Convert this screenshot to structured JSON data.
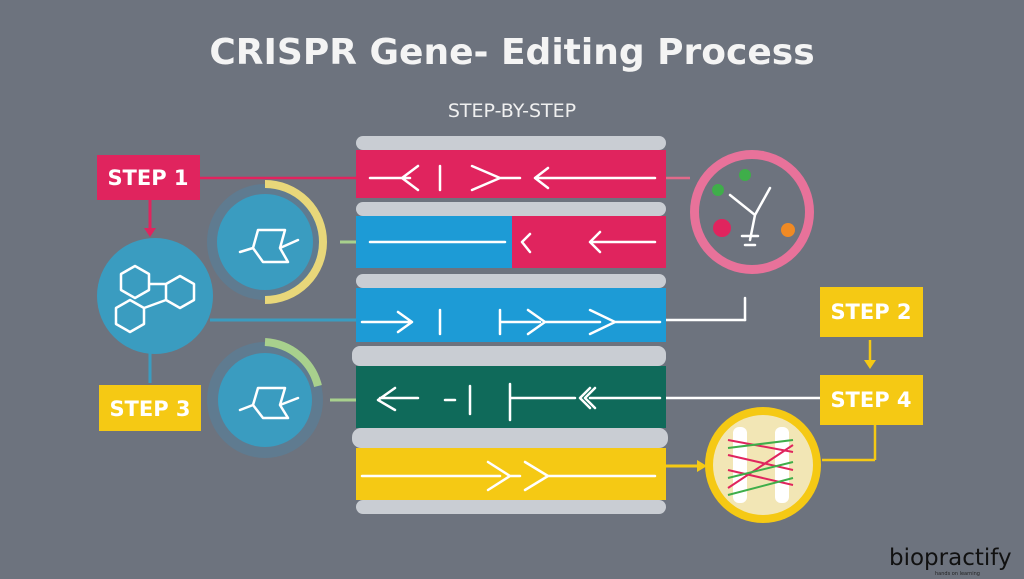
{
  "title": "CRISPR Gene- Editing Process",
  "subtitle": "STEP-BY-STEP",
  "steps": [
    {
      "label": "STEP 1",
      "color": "#e0245e"
    },
    {
      "label": "STEP 2",
      "color": "#f5c914"
    },
    {
      "label": "STEP 3",
      "color": "#f5c914"
    },
    {
      "label": "STEP 4",
      "color": "#f5c914"
    }
  ],
  "layers": [
    {
      "color": "#e0245e",
      "icon": "arrow-strand"
    },
    {
      "color": "#1d9bd6",
      "accent": "#e0245e",
      "icon": "arrow-strand"
    },
    {
      "color": "#1d9bd6",
      "icon": "arrow-strand"
    },
    {
      "color": "#0f6a5a",
      "icon": "arrow-strand"
    },
    {
      "color": "#f5c914",
      "icon": "arrow-strand"
    }
  ],
  "colors": {
    "background": "#6d737e",
    "circle": "#3a9cc0",
    "disk_edge": "#c9cdd3"
  },
  "logo": {
    "name": "biopractify",
    "tagline": "hands on learning"
  }
}
